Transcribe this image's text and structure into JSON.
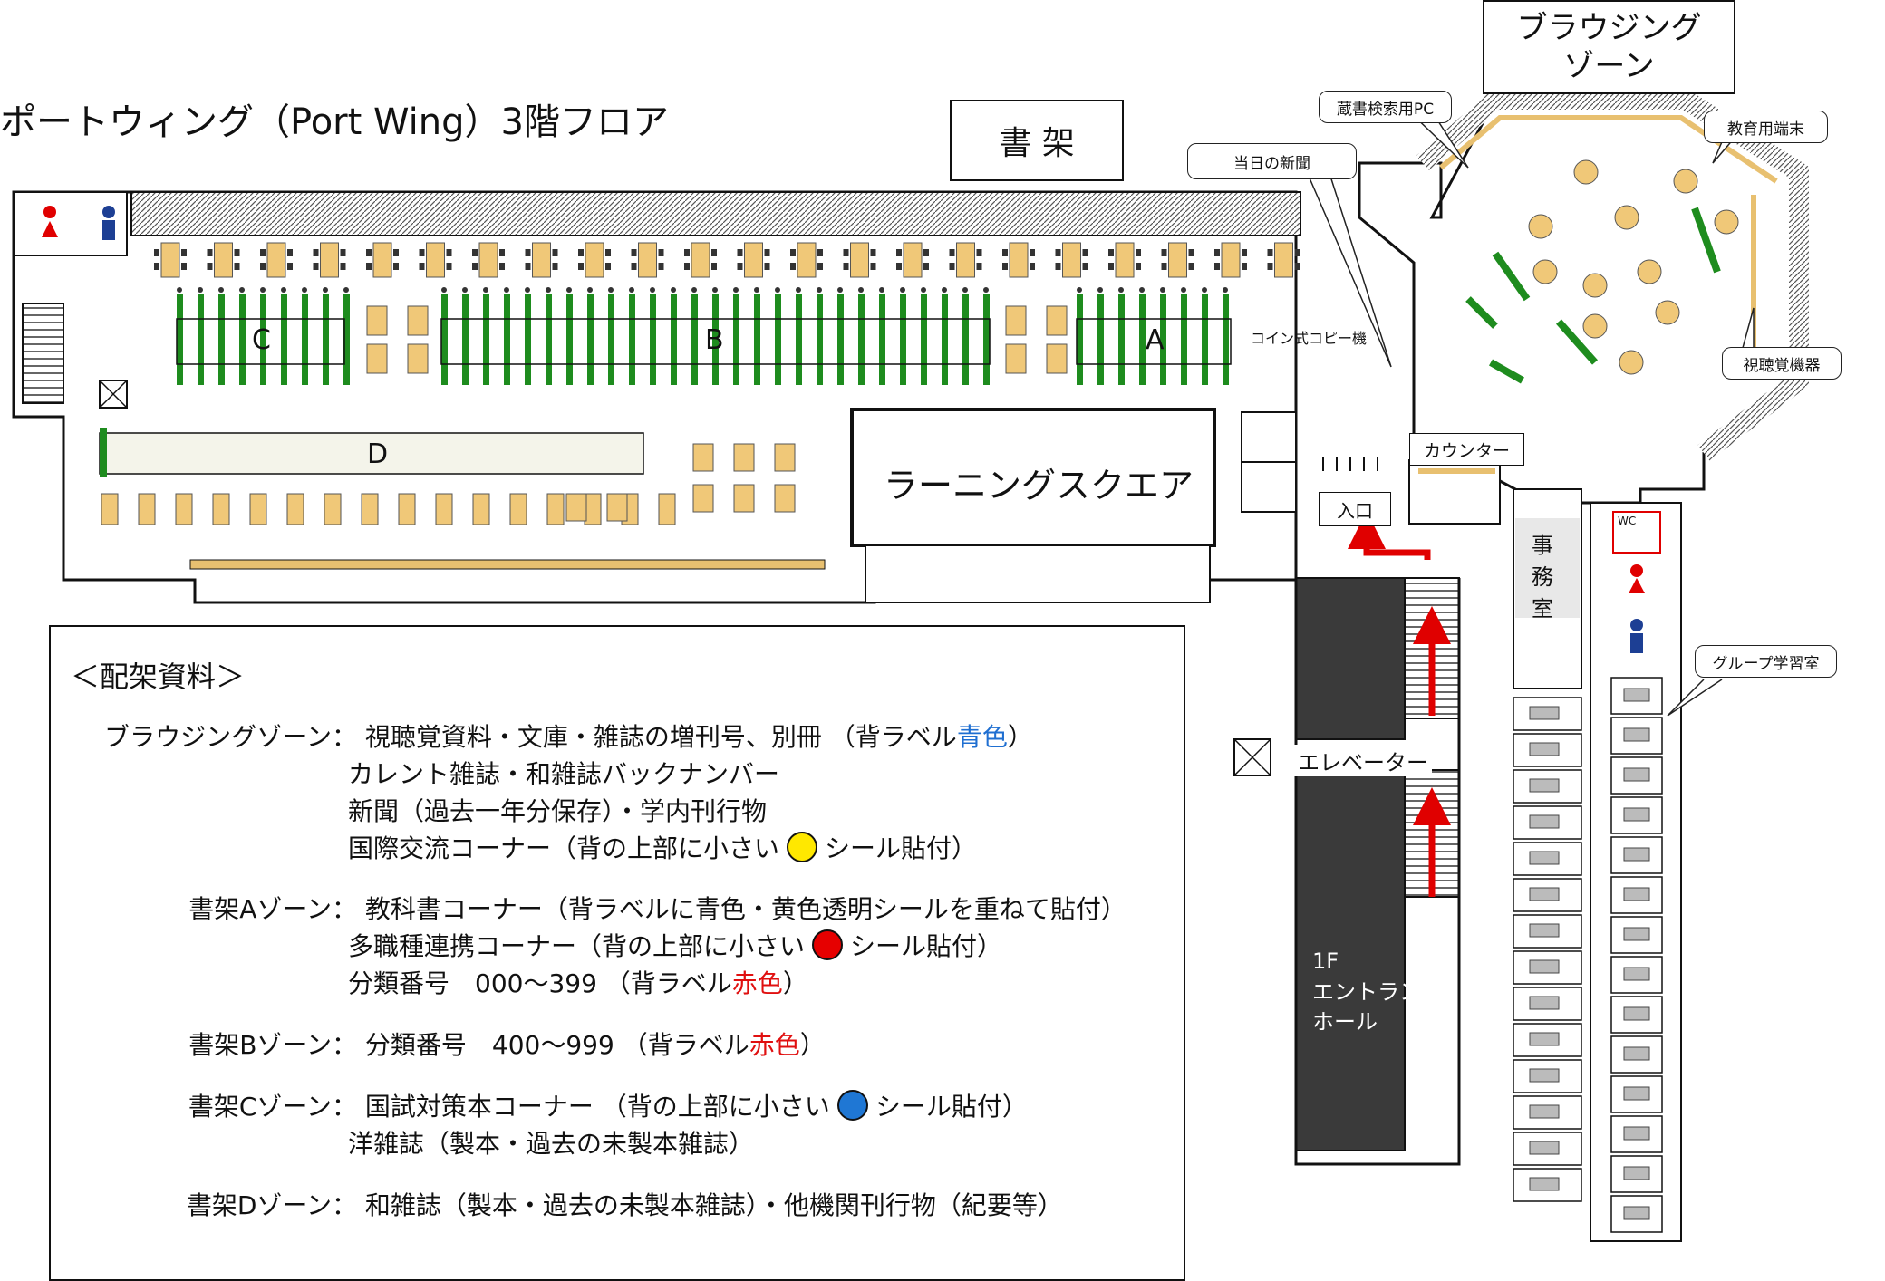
{
  "title": "ポートウィング（Port Wing）3階フロア",
  "labels": {
    "bookshelf": "書 架",
    "browsing_line1": "ブラウジング",
    "browsing_line2": "ゾーン",
    "learning_square": "ラーニングスクエア",
    "counter": "カウンター",
    "entrance": "入口",
    "office": "事務室",
    "elevator": "エレベーター",
    "hall_line1": "1F",
    "hall_line2": "エントランス",
    "hall_line3": "ホール",
    "copy": "コイン式コピー機",
    "zone_a": "A",
    "zone_b": "B",
    "zone_c": "C",
    "zone_d": "D",
    "wc": "WC"
  },
  "callouts": {
    "search_pc": "蔵書検索用PC",
    "edu_terminal": "教育用端末",
    "newspaper": "当日の新聞",
    "av_equipment": "視聴覚機器",
    "group_room": "グループ学習室"
  },
  "legend": {
    "title": "＜配架資料＞",
    "browsing_zone": "ブラウジングゾーン：",
    "browsing_1a": "視聴覚資料・文庫・雑誌の増刊号、別冊 （背ラベル",
    "browsing_1b": "青色",
    "browsing_1c": "）",
    "browsing_2": "カレント雑誌・和雑誌バックナンバー",
    "browsing_3": "新聞（過去一年分保存）・学内刊行物",
    "browsing_4a": "国際交流コーナー（背の上部に小さい",
    "browsing_4b": "シール貼付）",
    "zone_a": "書架Aゾーン：",
    "a_1": "教科書コーナー（背ラベルに青色・黄色透明シールを重ねて貼付）",
    "a_2a": "多職種連携コーナー（背の上部に小さい",
    "a_2b": "シール貼付）",
    "a_3a": "分類番号　000～399 （背ラベル",
    "a_3b": "赤色",
    "a_3c": "）",
    "zone_b": "書架Bゾーン：",
    "b_1a": "分類番号　400～999 （背ラベル",
    "b_1b": "赤色",
    "b_1c": "）",
    "zone_c": "書架Cゾーン：",
    "c_1a": "国試対策本コーナー （背の上部に小さい",
    "c_1b": "シール貼付）",
    "c_2": "洋雑誌（製本・過去の未製本雑誌）",
    "zone_d": "書架Dゾーン：",
    "d_1": "和雑誌（製本・過去の未製本雑誌）・他機関刊行物（紀要等）"
  },
  "colors": {
    "yellow_dot": "#ffe800",
    "red_dot": "#e60000",
    "blue_dot": "#1f77d4",
    "shelf_green": "#1e8c1e",
    "table_tan": "#f0c878",
    "arrow_red": "#e00000",
    "hall_dark": "#3a3a3a"
  }
}
